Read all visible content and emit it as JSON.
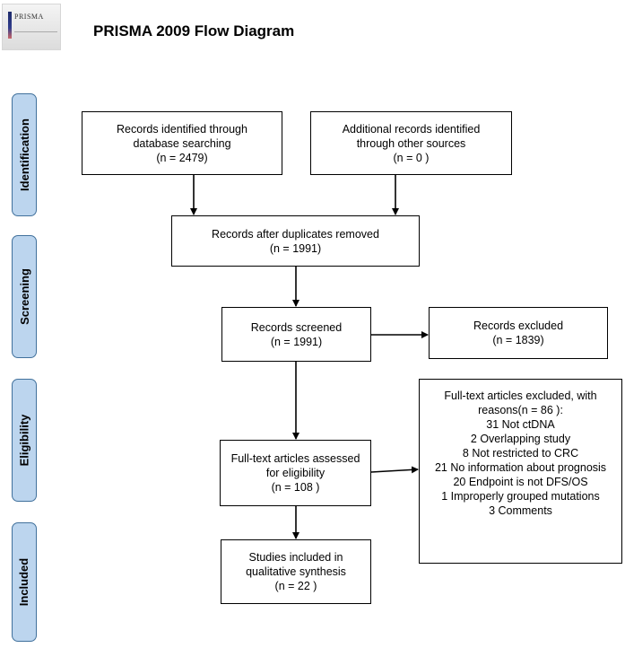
{
  "header": {
    "logo_text": "PRISMA",
    "title": "PRISMA 2009 Flow Diagram"
  },
  "stages": {
    "identification": "Identification",
    "screening": "Screening",
    "eligibility": "Eligibility",
    "included": "Included"
  },
  "boxes": {
    "db_search": {
      "line1": "Records identified through",
      "line2": "database searching",
      "count": "(n =   2479)"
    },
    "other_sources": {
      "line1": "Additional records identified",
      "line2": "through other sources",
      "count": "(n = 0  )"
    },
    "after_duplicates": {
      "line1": "Records after duplicates removed",
      "count": "(n =   1991)"
    },
    "screened": {
      "line1": "Records screened",
      "count": "(n =   1991)"
    },
    "excluded": {
      "line1": "Records excluded",
      "count": "(n = 1839)"
    },
    "fulltext_assessed": {
      "line1": "Full-text articles assessed",
      "line2": "for eligibility",
      "count": "(n = 108 )"
    },
    "fulltext_excluded": {
      "line1": "Full-text articles excluded, with",
      "line2": "reasons(n = 86 ):",
      "reasons": [
        "31 Not ctDNA",
        "2 Overlapping study",
        "8 Not restricted to CRC",
        "21 No information about prognosis",
        "20 Endpoint is not DFS/OS",
        "1 Improperly grouped mutations",
        "3 Comments"
      ]
    },
    "included": {
      "line1": "Studies included in",
      "line2": "qualitative synthesis",
      "count": "(n = 22  )"
    }
  }
}
